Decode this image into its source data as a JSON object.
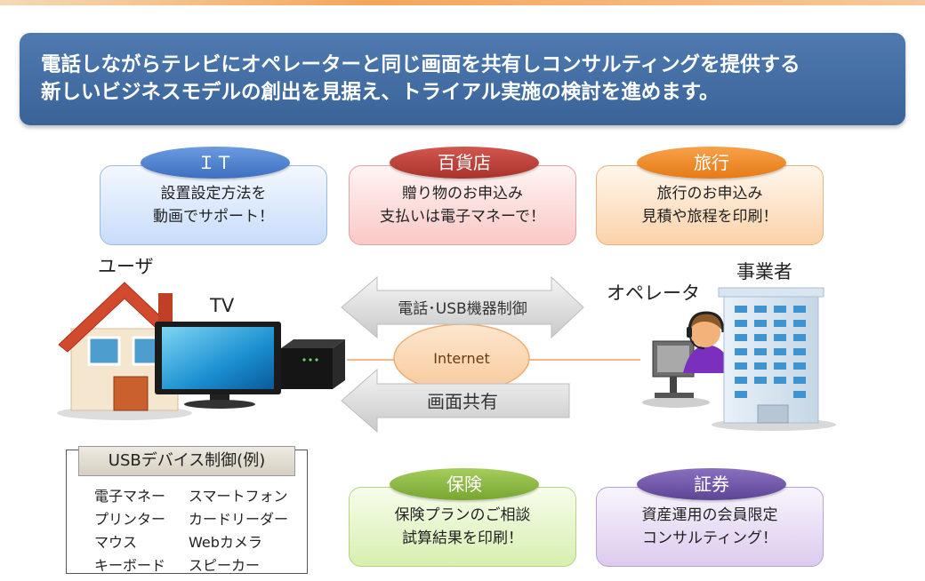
{
  "banner": {
    "line1": "電話しながらテレビにオペレーターと同じ画面を共有しコンサルティングを提供する",
    "line2": "新しいビジネスモデルの創出を見据え、トライアル実施の検討を進めます。"
  },
  "cards": {
    "it": {
      "tag": "ＩＴ",
      "line1": "設置設定方法を",
      "line2": "動画でサポート！"
    },
    "dept": {
      "tag": "百貨店",
      "line1": "贈り物のお申込み",
      "line2": "支払いは電子マネーで！"
    },
    "travel": {
      "tag": "旅行",
      "line1": "旅行のお申込み",
      "line2": "見積や旅程を印刷！"
    },
    "insurance": {
      "tag": "保険",
      "line1": "保険プランのご相談",
      "line2": "試算結果を印刷！"
    },
    "securities": {
      "tag": "証券",
      "line1": "資産運用の会員限定",
      "line2": "コンサルティング！"
    }
  },
  "labels": {
    "user": "ユーザ",
    "tv": "TV",
    "operator": "オペレータ",
    "business": "事業者",
    "internet": "Internet",
    "arrow_right": "電話･USB機器制御",
    "arrow_left": "画面共有"
  },
  "usb": {
    "title": "USBデバイス制御(例)",
    "items": [
      "電子マネー",
      "スマートフォン",
      "プリンター",
      "カードリーダー",
      "マウス",
      "Webカメラ",
      "キーボード",
      "スピーカー"
    ]
  }
}
